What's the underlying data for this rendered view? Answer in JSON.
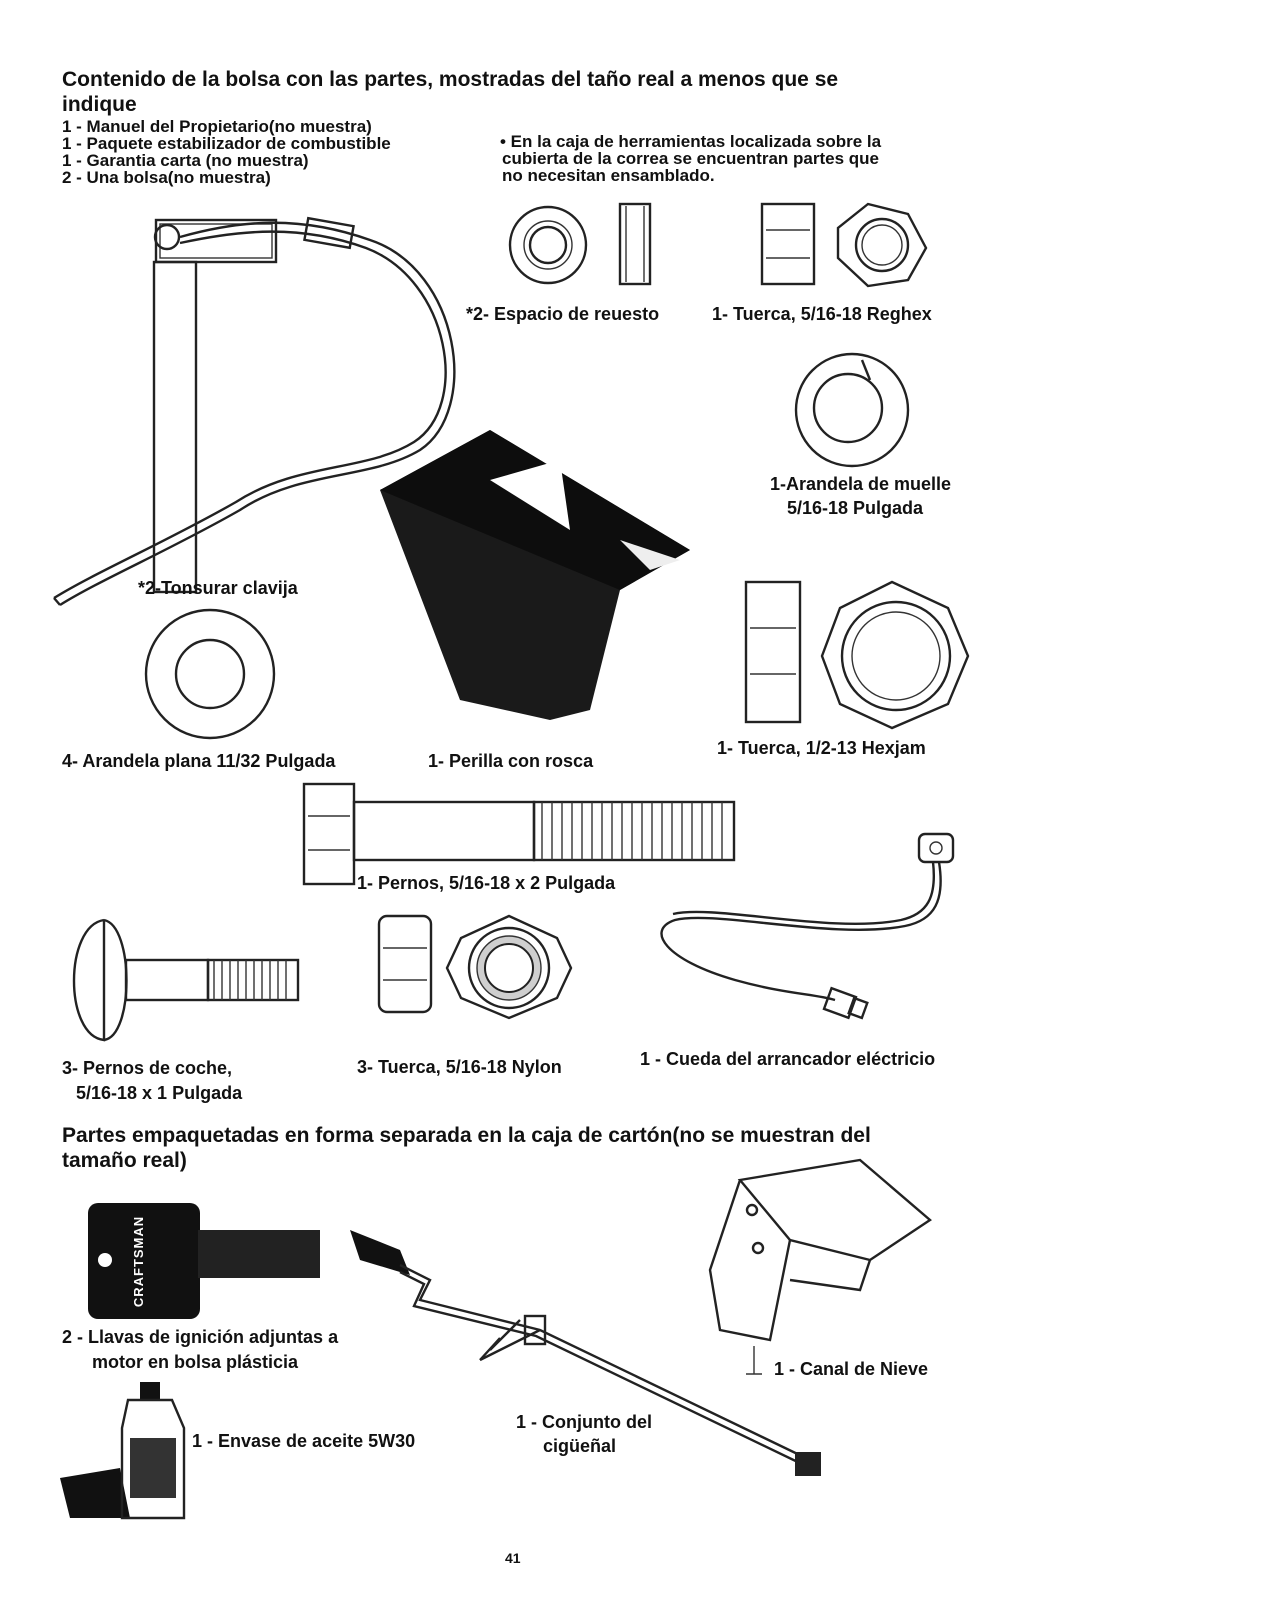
{
  "header": {
    "title_line1": "Contenido de la bolsa con las partes, mostradas del taño real a menos que se",
    "title_line2": "indique",
    "items": [
      "1 - Manuel del Propietario(no muestra)",
      "1 - Paquete estabilizador de combustible",
      "1 - Garantia carta (no muestra)",
      "2 - Una bolsa(no muestra)"
    ],
    "note_lines": [
      "• En la caja de herramientas localizada sobre la",
      "cubierta de la correa se encuentran partes que",
      "no necesitan ensamblado."
    ]
  },
  "parts": {
    "spacer": "*2- Espacio de reuesto",
    "nut_reghex": "1- Tuerca, 5/16-18 Reghex",
    "lock_washer_1": "1-Arandela de muelle",
    "lock_washer_2": "5/16-18 Pulgada",
    "shear_pin": "*2-Tonsurar clavija",
    "flat_washer": "4- Arandela plana 11/32 Pulgada",
    "knob": "1- Perilla con rosca",
    "nut_hexjam": "1- Tuerca, 1/2-13 Hexjam",
    "bolt": "1- Pernos, 5/16-18 x 2 Pulgada",
    "carriage_bolt_1": "3- Pernos de coche,",
    "carriage_bolt_2": "5/16-18 x 1 Pulgada",
    "nylon_nut": "3- Tuerca, 5/16-18 Nylon",
    "cord": "1 - Cueda del arrancador eléctricio"
  },
  "section2": {
    "title_line1": "Partes empaquetadas en forma separada en la caja de cartón(no se muestran del",
    "title_line2": "tamaño real)",
    "keys_1": "2 -  Llavas de ignición adjuntas a",
    "keys_2": "motor en bolsa plásticia",
    "key_brand": "CRAFTSMAN",
    "oil": "1 - Envase de aceite 5W30",
    "crank_1": "1 - Conjunto del",
    "crank_2": "cigüeñal",
    "chute": "1 - Canal de Nieve"
  },
  "footer": {
    "page_number": "41"
  }
}
